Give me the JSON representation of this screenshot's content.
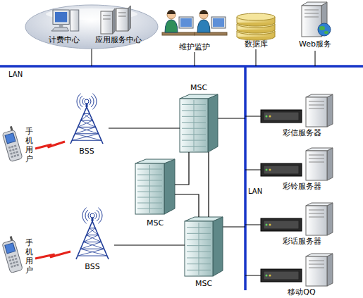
{
  "diagram": {
    "nodes": [
      {
        "text": [
          "计费中心",
          "应用服务中心"
        ]
      },
      {
        "text": [
          "维护监护"
        ]
      },
      {
        "text": [
          "数据库"
        ]
      },
      {
        "text": [
          "Web服务"
        ]
      },
      {
        "text": [
          "MSC"
        ]
      },
      {
        "text": [
          "手机用户"
        ]
      },
      {
        "text": [
          "BSS"
        ]
      },
      {
        "text": [
          "彩信服务器"
        ]
      },
      {
        "text": [
          "MSC"
        ]
      },
      {
        "text": [
          "彩铃服务器"
        ]
      },
      {
        "text": [
          "MSC"
        ]
      },
      {
        "text": [
          "手机用户"
        ]
      },
      {
        "text": [
          "BSS"
        ]
      },
      {
        "text": [
          "彩话服务器"
        ]
      },
      {
        "text": [
          "移动QQ"
        ]
      }
    ],
    "edges": [
      {
        "from": 5,
        "to": 6,
        "arrow": "none"
      },
      {
        "from": 6,
        "to": 4,
        "arrow": "none"
      },
      {
        "from": 4,
        "to": 8,
        "arrow": "none"
      },
      {
        "from": 8,
        "to": 10,
        "arrow": "none"
      },
      {
        "from": 4,
        "to": 10,
        "arrow": "none"
      },
      {
        "from": 11,
        "to": 12,
        "arrow": "none"
      },
      {
        "from": 12,
        "to": 10,
        "arrow": "none"
      }
    ],
    "labels": [
      "LAN",
      "LAN"
    ]
  }
}
